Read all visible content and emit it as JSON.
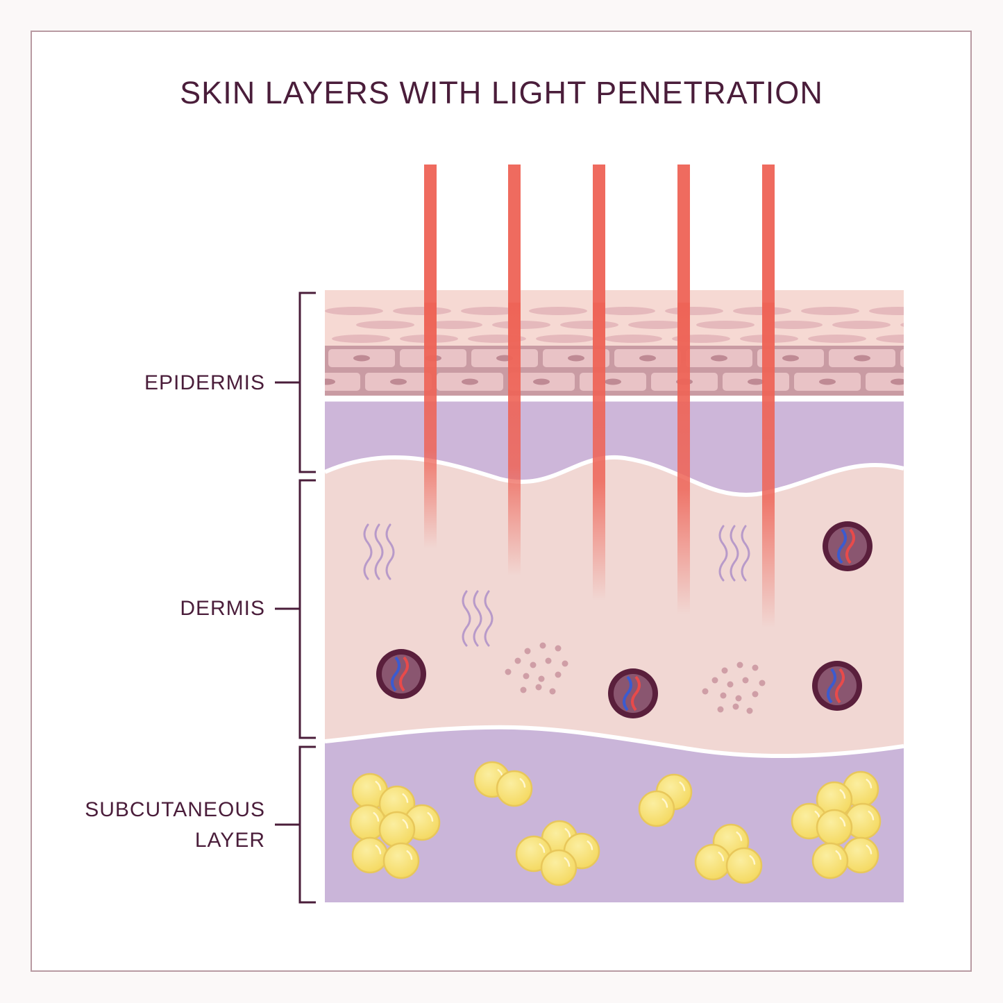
{
  "title": "SKIN LAYERS WITH LIGHT PENETRATION",
  "layers": {
    "epidermis": "EPIDERMIS",
    "dermis": "DERMIS",
    "subcutaneous_line1": "SUBCUTANEOUS",
    "subcutaneous_line2": "LAYER"
  },
  "colors": {
    "title_text": "#4a1d3a",
    "bracket": "#4a1d3a",
    "light_ray": "#ef6b5f",
    "epidermis_top": "#f6d9d3",
    "epidermis_cells": "#d8a3aa",
    "basal_layer": "#c99ba3",
    "papillary_band": "#cdb6d9",
    "dermis": "#f1d7d3",
    "subcutaneous": "#cab5d9",
    "fat_cells": "#f7e07a",
    "vessel": "#6b2a45",
    "collagen": "#b89ac9"
  },
  "light_rays": {
    "count": 5
  },
  "icons": [
    "bracket-icon",
    "light-ray-icon",
    "collagen-fiber-icon",
    "blood-vessel-icon",
    "fibroblast-dots-icon",
    "fat-cell-cluster-icon"
  ]
}
